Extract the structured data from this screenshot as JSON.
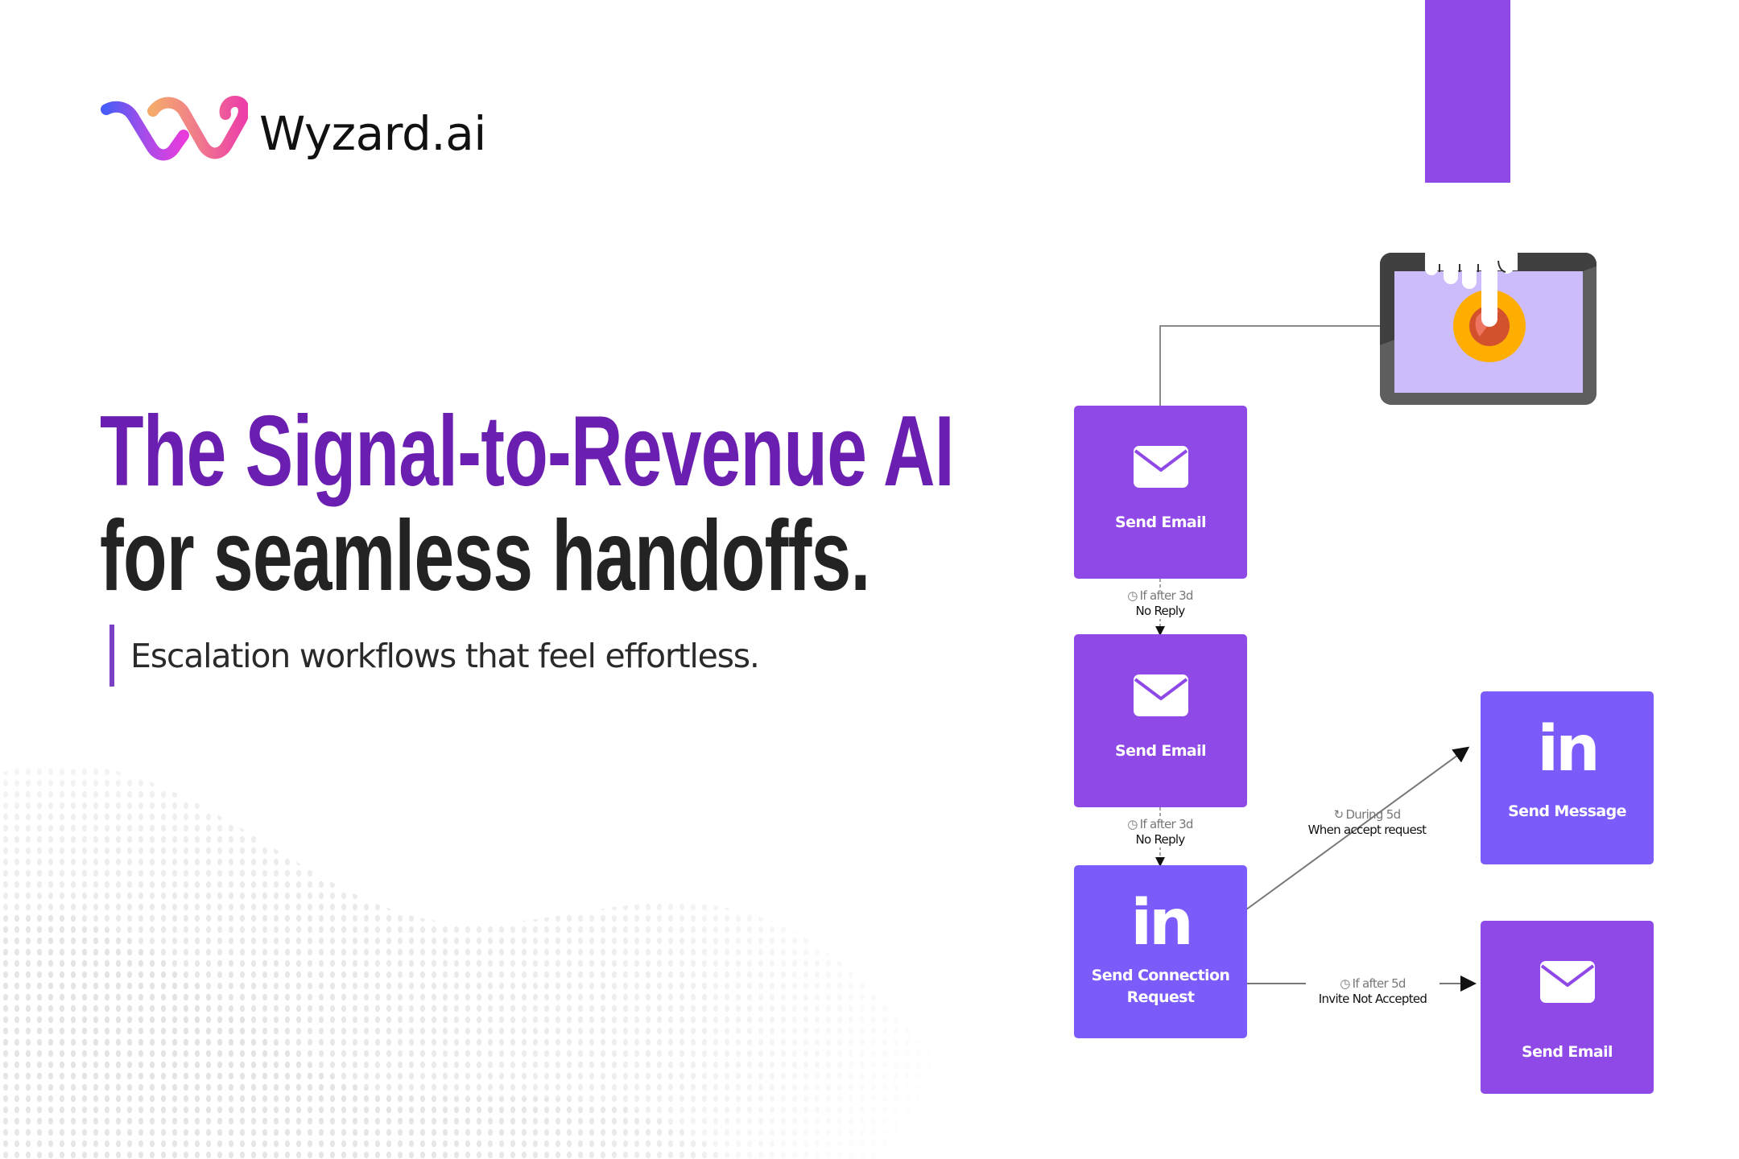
{
  "brand": {
    "name": "Wyzard.ai",
    "logo_gradient": [
      "#4a5cf7",
      "#b24bea",
      "#e63ad6",
      "#f5a76a",
      "#ec3fa3"
    ]
  },
  "hero": {
    "headline_line1": "The Signal-to-Revenue AI",
    "headline_line2": "for seamless handoffs.",
    "subheadline": "Escalation workflows that feel effortless."
  },
  "colors": {
    "accent_purple": "#6b1fb1",
    "node_email": "#8e49e7",
    "node_linkedin": "#7b5cfb",
    "tablet_frame": "#5e5e5e",
    "tablet_screen": "#cdbcfb",
    "trigger_button_outer": "#ffae00",
    "trigger_button_inner": "#d4512e"
  },
  "workflow": {
    "trigger": {
      "icon": "tablet-tap-icon"
    },
    "nodes": [
      {
        "id": "n1",
        "type": "email",
        "icon": "envelope-icon",
        "label": "Send Email"
      },
      {
        "id": "n2",
        "type": "email",
        "icon": "envelope-icon",
        "label": "Send Email"
      },
      {
        "id": "n3",
        "type": "linkedin",
        "icon": "linkedin-icon",
        "icon_text": "in",
        "label_line1": "Send Connection",
        "label_line2": "Request"
      },
      {
        "id": "n4",
        "type": "linkedin",
        "icon": "linkedin-icon",
        "icon_text": "in",
        "label": "Send Message"
      },
      {
        "id": "n5",
        "type": "email",
        "icon": "envelope-icon",
        "label": "Send Email"
      }
    ],
    "edges": [
      {
        "from": "trigger",
        "to": "n1"
      },
      {
        "from": "n1",
        "to": "n2",
        "condition": "If after 3d",
        "condition_icon": "clock-icon",
        "result": "No Reply"
      },
      {
        "from": "n2",
        "to": "n3",
        "condition": "If after 3d",
        "condition_icon": "clock-icon",
        "result": "No Reply"
      },
      {
        "from": "n3",
        "to": "n4",
        "condition": "During 5d",
        "condition_icon": "loading-icon",
        "result": "When accept request"
      },
      {
        "from": "n3",
        "to": "n5",
        "condition": "If after 5d",
        "condition_icon": "clock-icon",
        "result": "Invite Not Accepted"
      }
    ]
  }
}
